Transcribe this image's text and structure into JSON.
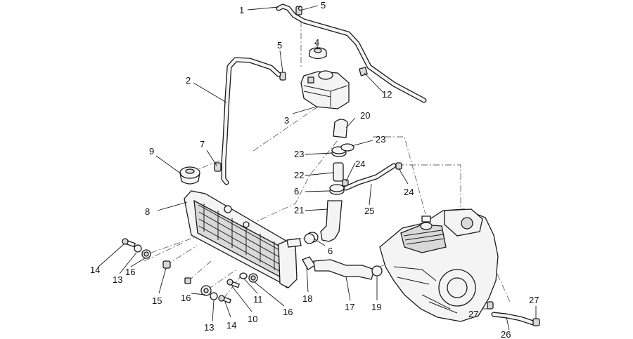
{
  "diagram": {
    "callouts": [
      {
        "id": "c1",
        "text": "1"
      },
      {
        "id": "c5a",
        "text": "5"
      },
      {
        "id": "c4",
        "text": "4"
      },
      {
        "id": "c5b",
        "text": "5"
      },
      {
        "id": "c2",
        "text": "2"
      },
      {
        "id": "c12",
        "text": "12"
      },
      {
        "id": "c3",
        "text": "3"
      },
      {
        "id": "c20",
        "text": "20"
      },
      {
        "id": "c9",
        "text": "9"
      },
      {
        "id": "c7",
        "text": "7"
      },
      {
        "id": "c23a",
        "text": "23"
      },
      {
        "id": "c23b",
        "text": "23"
      },
      {
        "id": "c24a",
        "text": "24"
      },
      {
        "id": "c22",
        "text": "22"
      },
      {
        "id": "c6a",
        "text": "6"
      },
      {
        "id": "c24b",
        "text": "24"
      },
      {
        "id": "c8",
        "text": "8"
      },
      {
        "id": "c21",
        "text": "21"
      },
      {
        "id": "c25",
        "text": "25"
      },
      {
        "id": "c6b",
        "text": "6"
      },
      {
        "id": "c14a",
        "text": "14"
      },
      {
        "id": "c13a",
        "text": "13"
      },
      {
        "id": "c16a",
        "text": "16"
      },
      {
        "id": "c15",
        "text": "15"
      },
      {
        "id": "c11",
        "text": "11"
      },
      {
        "id": "c16b",
        "text": "16"
      },
      {
        "id": "c18",
        "text": "18"
      },
      {
        "id": "c17",
        "text": "17"
      },
      {
        "id": "c19",
        "text": "19"
      },
      {
        "id": "c10",
        "text": "10"
      },
      {
        "id": "c16c",
        "text": "16"
      },
      {
        "id": "c13b",
        "text": "13"
      },
      {
        "id": "c14b",
        "text": "14"
      },
      {
        "id": "c27a",
        "text": "27"
      },
      {
        "id": "c27b",
        "text": "27"
      },
      {
        "id": "c26",
        "text": "26"
      }
    ]
  }
}
